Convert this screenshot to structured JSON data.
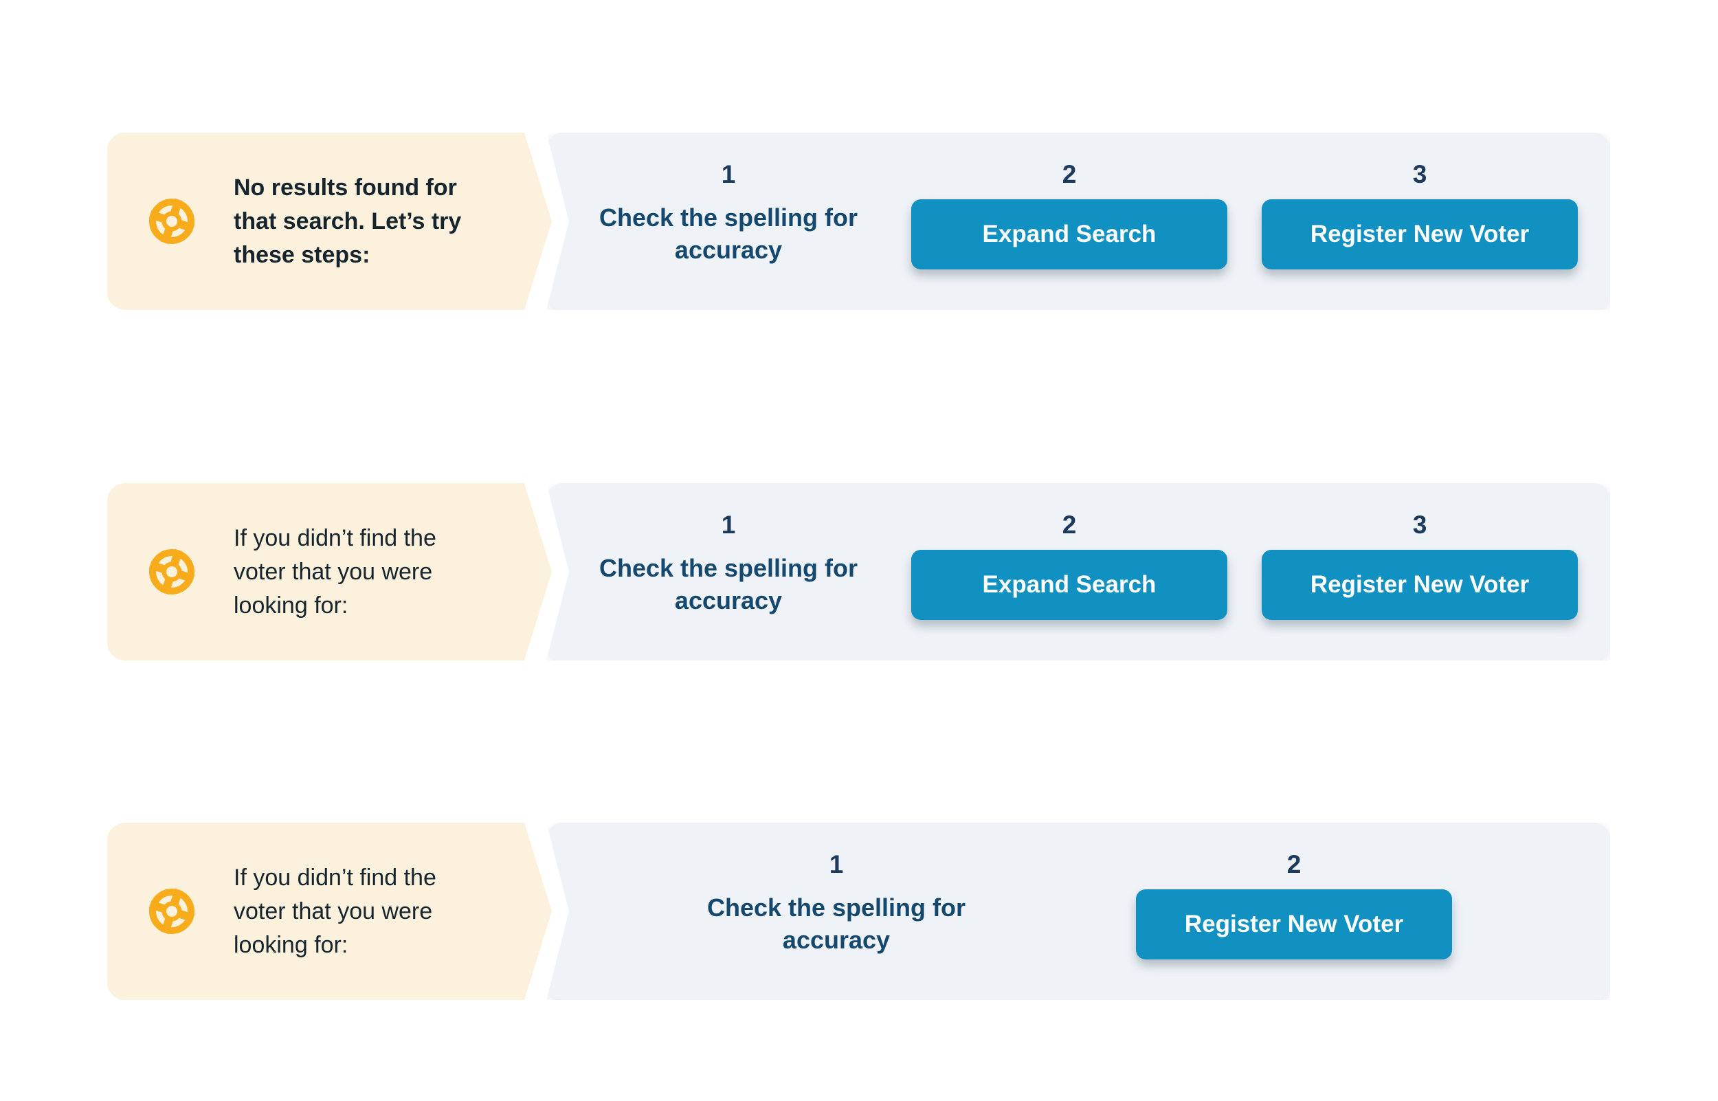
{
  "colors": {
    "background": "#FFFFFF",
    "callout_bg": "#FCF1DC",
    "icon_orange": "#F8AC1B",
    "panel_bg": "#EFF3F8",
    "intro_text": "#16242E",
    "step_number": "#1B3A5C",
    "step_text": "#15486F",
    "button_bg": "#1191C1",
    "button_text": "#FFFFFF"
  },
  "icon": "lifebuoy-icon",
  "rows": [
    {
      "intro_lines": [
        "No results found for",
        "that search. Let’s try",
        "these steps:"
      ],
      "steps": [
        {
          "number": "1",
          "type": "text",
          "label": "Check the spelling for accuracy"
        },
        {
          "number": "2",
          "type": "button",
          "label": "Expand Search"
        },
        {
          "number": "3",
          "type": "button",
          "label": "Register New Voter"
        }
      ]
    },
    {
      "intro_lines": [
        "If you didn’t find the",
        "voter that you were",
        "looking for:"
      ],
      "steps": [
        {
          "number": "1",
          "type": "text",
          "label": "Check the spelling for accuracy"
        },
        {
          "number": "2",
          "type": "button",
          "label": "Expand Search"
        },
        {
          "number": "3",
          "type": "button",
          "label": "Register New Voter"
        }
      ]
    },
    {
      "intro_lines": [
        "If you didn’t find the",
        "voter that you were",
        "looking for:"
      ],
      "steps": [
        {
          "number": "1",
          "type": "text",
          "label": "Check the spelling for accuracy"
        },
        {
          "number": "2",
          "type": "button",
          "label": "Register New Voter"
        }
      ]
    }
  ]
}
